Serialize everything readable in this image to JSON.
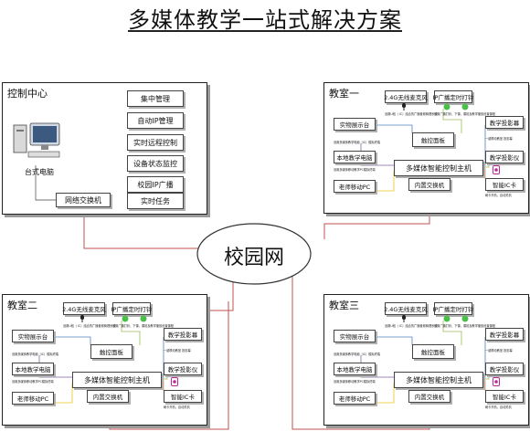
{
  "title": "多媒体教学一站式解决方案",
  "campus": "校园网",
  "control": {
    "title": "控制中心",
    "pc_label": "台式电脑",
    "switch_label": "网络交换机",
    "functions": [
      "集中管理",
      "自动IP管理",
      "实时远程控制",
      "设备状态监控",
      "校园IP广播",
      "实时任务"
    ]
  },
  "classrooms": [
    {
      "name": "教室一",
      "devices": {
        "wireless_mic": "2.4G无线麦克风",
        "ip_bell": "IP广播定时打铃",
        "visualizer": "实物展示台",
        "local_pc": "本地教学电脑",
        "mobile_pc": "老师移动PC",
        "touch_panel": "触控面板",
        "host": "多媒体智能控制主机",
        "switch": "内置交换机",
        "screen": "教学投影幕",
        "projector": "教学投影仪",
        "ic_card": "智能IC卡"
      },
      "notes": {
        "mic_note": "设置U段（ IC）结合的广播音频管理系统",
        "bell_note": "设置广播打铃，下课，课前及教学播放设置课程",
        "local_note": "设置多媒体教学电脑（IC）模拟终端",
        "mobile_note": "设置多媒体移动教学PC模拟终端",
        "screen_note": "一键联动教室 投影幕",
        "ic_note": "刷卡开机，自动关机"
      }
    },
    {
      "name": "教室二",
      "devices": {
        "wireless_mic": "2.4G无线麦克风",
        "ip_bell": "IP广播定时打铃",
        "visualizer": "实物展示台",
        "local_pc": "本地教学电脑",
        "mobile_pc": "老师移动PC",
        "touch_panel": "触控面板",
        "host": "多媒体智能控制主机",
        "switch": "内置交换机",
        "screen": "教学投影幕",
        "projector": "教学投影仪",
        "ic_card": "智能IC卡"
      },
      "notes": {
        "mic_note": "设置U段（ IC）结合的广播音频管理系统",
        "bell_note": "设置广播打铃，下课，课前及教学播放设置课程",
        "local_note": "设置多媒体教学电脑（IC）模拟终端",
        "mobile_note": "设置多媒体移动教学PC模拟终端",
        "screen_note": "一键联动教室 投影幕",
        "ic_note": "刷卡开机，自动关机"
      }
    },
    {
      "name": "教室三",
      "devices": {
        "wireless_mic": "2.4G无线麦克风",
        "ip_bell": "IP广播定时打铃",
        "visualizer": "实物展示台",
        "local_pc": "本地教学电脑",
        "mobile_pc": "老师移动PC",
        "touch_panel": "触控面板",
        "host": "多媒体智能控制主机",
        "switch": "内置交换机",
        "screen": "教学投影幕",
        "projector": "教学投影仪",
        "ic_card": "智能IC卡"
      },
      "notes": {
        "mic_note": "设置U段（ IC）结合的广播音频管理系统",
        "bell_note": "设置广播打铃，下课，课前及教学播放设置课程",
        "local_note": "设置多媒体教学电脑（IC）模拟终端",
        "mobile_note": "设置多媒体移动教学PC模拟终端",
        "screen_note": "一键联动教室 投影幕",
        "ic_note": "刷卡开机，自动关机"
      }
    }
  ],
  "colors": {
    "network_line": "#c0504d",
    "link_blue": "#4f81bd",
    "link_green": "#9bbb59",
    "link_purple": "#8064a2",
    "link_orange": "#f79646",
    "link_cyan": "#4bacc6",
    "link_yellow": "#e6c619"
  }
}
